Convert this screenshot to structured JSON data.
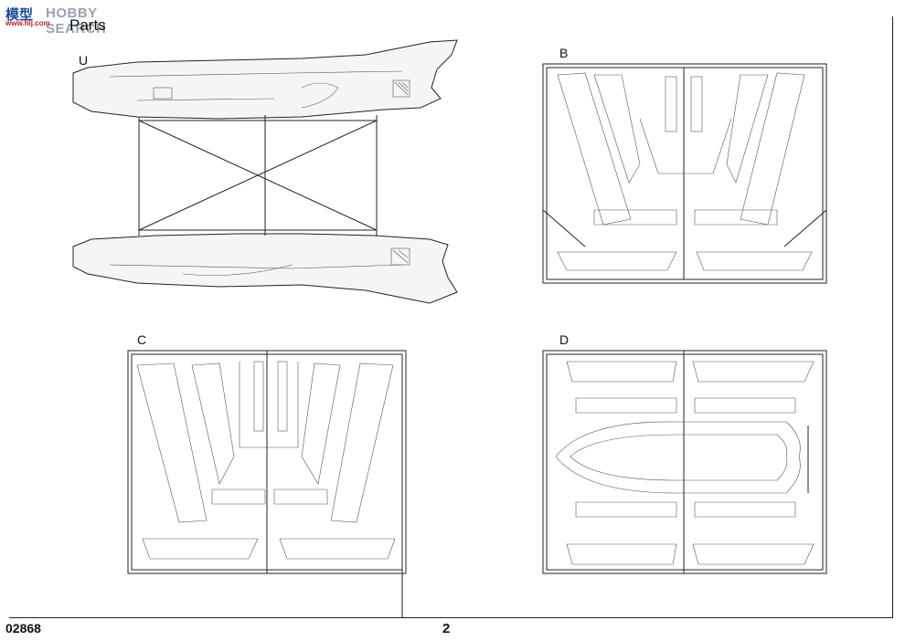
{
  "watermark": {
    "logo": "模型",
    "text": "HOBBY SEARCH",
    "sub": "www.hlj.com"
  },
  "header": {
    "title": "Parts"
  },
  "sprues": [
    {
      "label": "U"
    },
    {
      "label": "B"
    },
    {
      "label": "C"
    },
    {
      "label": "D"
    }
  ],
  "footer": {
    "code": "02868",
    "page": "2"
  }
}
